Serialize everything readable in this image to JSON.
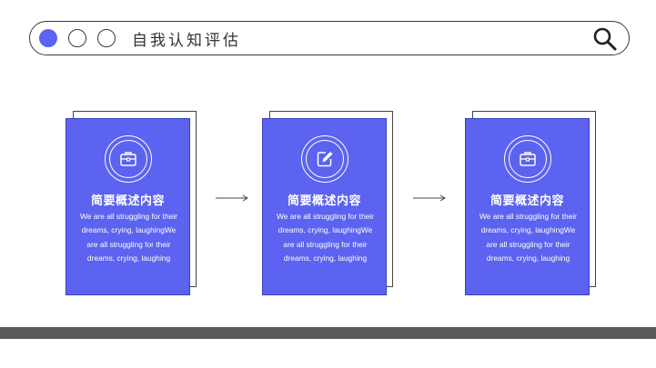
{
  "header": {
    "title": "自我认知评估",
    "icons": {
      "search": "search-icon"
    }
  },
  "cards": [
    {
      "title": "简要概述内容",
      "text": "We are all struggling for their dreams, crying, laughingWe are all struggling for their dreams, crying, laughing",
      "icon": "briefcase-icon"
    },
    {
      "title": "简要概述内容",
      "text": "We are all struggling for their dreams, crying, laughingWe are all struggling for their dreams, crying, laughing",
      "icon": "edit-icon"
    },
    {
      "title": "简要概述内容",
      "text": "We are all struggling for their dreams, crying, laughingWe are all struggling for their dreams, crying, laughing",
      "icon": "briefcase-icon"
    }
  ],
  "colors": {
    "accent": "#5b63f0",
    "bar": "#5a5a5f",
    "outline": "#3a3a3a"
  }
}
